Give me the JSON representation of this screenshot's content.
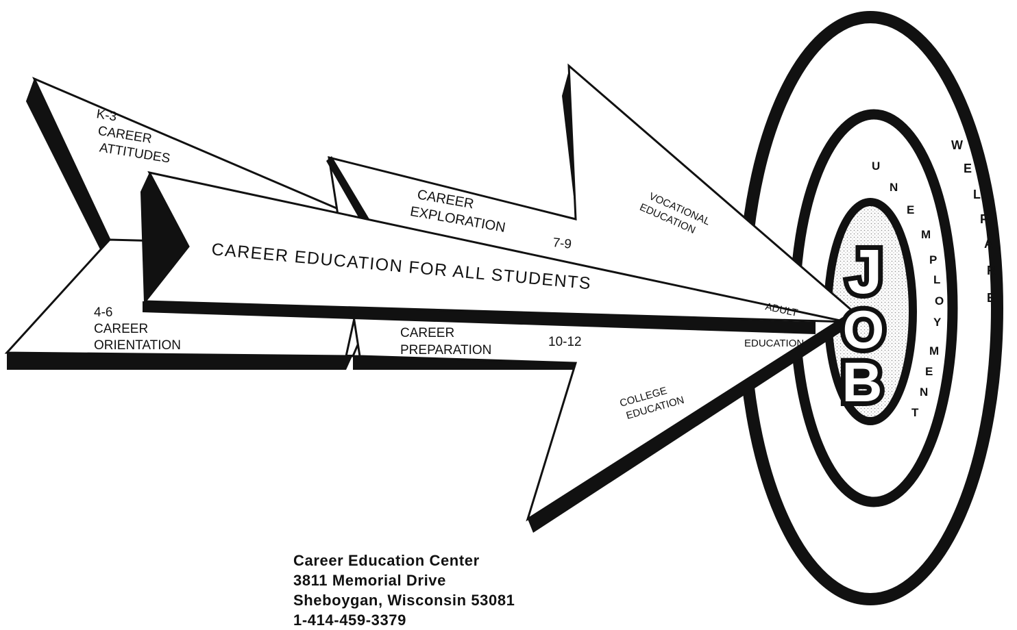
{
  "stages": {
    "k3": {
      "grade": "K-3",
      "line1": "CAREER",
      "line2": "ATTITUDES"
    },
    "g46": {
      "grade": "4-6",
      "line1": "CAREER",
      "line2": "ORIENTATION"
    },
    "g79": {
      "line1": "CAREER",
      "line2": "EXPLORATION",
      "grade": "7-9"
    },
    "g1012": {
      "line1": "CAREER",
      "line2": "PREPARATION",
      "grade": "10-12"
    }
  },
  "banner": "CAREER EDUCATION FOR ALL STUDENTS",
  "outcomes": {
    "vocational": {
      "line1": "VOCATIONAL",
      "line2": "EDUCATION"
    },
    "adult": {
      "line1": "ADULT",
      "line2": "EDUCATION"
    },
    "college": {
      "line1": "COLLEGE",
      "line2": "EDUCATION"
    }
  },
  "target": {
    "center_word": [
      "J",
      "O",
      "B"
    ],
    "middle_ring_letters": [
      "U",
      "N",
      "E",
      "M",
      "P",
      "L",
      "O",
      "Y",
      "M",
      "E",
      "N",
      "T"
    ],
    "outer_ring_letters": [
      "W",
      "E",
      "L",
      "F",
      "A",
      "R",
      "E"
    ]
  },
  "address": {
    "line1": "Career Education Center",
    "line2": "3811 Memorial Drive",
    "line3": "Sheboygan, Wisconsin 53081",
    "line4": "1-414-459-3379"
  }
}
